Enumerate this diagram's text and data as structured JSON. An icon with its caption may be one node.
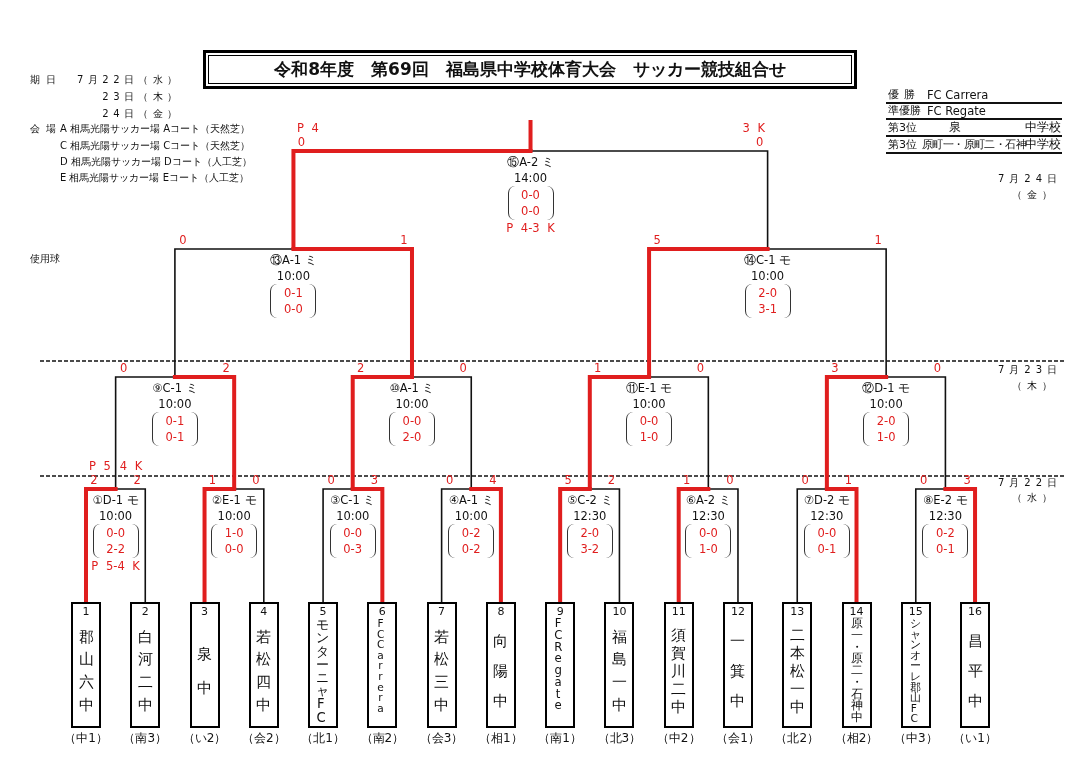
{
  "diagram": {
    "title": "令和8年度　第69回　福島県中学校体育大会　サッカー競技組合せ",
    "nodes": [
      {
        "text": [
          "⑮A-2 ミ",
          "14:00",
          "0-0",
          "0-0",
          "P 4-3 K"
        ]
      },
      {
        "text": [
          "⑬A-1 ミ",
          "10:00",
          "0-1",
          "0-0"
        ]
      },
      {
        "text": [
          "⑭C-1 モ",
          "10:00",
          "2-0",
          "3-1"
        ]
      },
      {
        "text": [
          "⑨C-1 ミ",
          "10:00",
          "0-1",
          "0-1"
        ]
      },
      {
        "text": [
          "⑩A-1 ミ",
          "10:00",
          "0-0",
          "2-0"
        ]
      },
      {
        "text": [
          "⑪E-1 モ",
          "10:00",
          "0-0",
          "1-0"
        ]
      },
      {
        "text": [
          "⑫D-1 モ",
          "10:00",
          "2-0",
          "1-0"
        ]
      },
      {
        "text": [
          "①D-1 モ",
          "10:00",
          "0-0",
          "2-2",
          "P 5-4 K"
        ],
        "beside": [
          "P 5",
          "4 K"
        ]
      },
      {
        "text": [
          "②E-1 モ",
          "10:00",
          "1-0",
          "0-0"
        ]
      },
      {
        "text": [
          "③C-1 ミ",
          "10:00",
          "0-0",
          "0-3"
        ]
      },
      {
        "text": [
          "④A-1 ミ",
          "10:00",
          "0-2",
          "0-2"
        ]
      },
      {
        "text": [
          "⑤C-2 ミ",
          "12:30",
          "2-0",
          "3-2"
        ]
      },
      {
        "text": [
          "⑥A-2 ミ",
          "12:30",
          "0-0",
          "1-0"
        ]
      },
      {
        "text": [
          "⑦D-2 モ",
          "12:30",
          "0-0",
          "0-1"
        ]
      },
      {
        "text": [
          "⑧E-2 モ",
          "12:30",
          "0-2",
          "0-1"
        ]
      },
      {
        "text": [
          "1",
          "郡山六中"
        ],
        "beside": [
          "（中1）"
        ]
      },
      {
        "text": [
          "2",
          "白河二中"
        ],
        "beside": [
          "（南3）"
        ]
      },
      {
        "text": [
          "3",
          "泉中"
        ],
        "beside": [
          "（い2）"
        ]
      },
      {
        "text": [
          "4",
          "若松四中"
        ],
        "beside": [
          "（会2）"
        ]
      },
      {
        "text": [
          "5",
          "モンターニャFC"
        ],
        "beside": [
          "（北1）"
        ]
      },
      {
        "text": [
          "6",
          "FC Carrera"
        ],
        "beside": [
          "（南2）"
        ]
      },
      {
        "text": [
          "7",
          "若松三中"
        ],
        "beside": [
          "（会3）"
        ]
      },
      {
        "text": [
          "8",
          "向陽中"
        ],
        "beside": [
          "（相1）"
        ]
      },
      {
        "text": [
          "9",
          "FC Regate"
        ],
        "beside": [
          "（南1）"
        ]
      },
      {
        "text": [
          "10",
          "福島一中"
        ],
        "beside": [
          "（北3）"
        ]
      },
      {
        "text": [
          "11",
          "須賀川二中"
        ],
        "beside": [
          "（中2）"
        ]
      },
      {
        "text": [
          "12",
          "一箕中"
        ],
        "beside": [
          "（会1）"
        ]
      },
      {
        "text": [
          "13",
          "二本松一中"
        ],
        "beside": [
          "（北2）"
        ]
      },
      {
        "text": [
          "14",
          "原一・原二・石神中"
        ],
        "beside": [
          "（相2）"
        ]
      },
      {
        "text": [
          "15",
          "シャンオーレ郡山FC"
        ],
        "beside": [
          "（中3）"
        ]
      },
      {
        "text": [
          "16",
          "昌平中"
        ],
        "beside": [
          "（い1）"
        ]
      }
    ],
    "edges": [
      {
        "from": 15,
        "to": 7,
        "arrow": "none",
        "label": "2",
        "color": "#e01e1e"
      },
      {
        "from": 16,
        "to": 7,
        "arrow": "none",
        "label": "2",
        "color": "#111111"
      },
      {
        "from": 17,
        "to": 8,
        "arrow": "none",
        "label": "1",
        "color": "#e01e1e"
      },
      {
        "from": 18,
        "to": 8,
        "arrow": "none",
        "label": "0",
        "color": "#111111"
      },
      {
        "from": 19,
        "to": 9,
        "arrow": "none",
        "label": "0",
        "color": "#111111"
      },
      {
        "from": 20,
        "to": 9,
        "arrow": "none",
        "label": "3",
        "color": "#e01e1e"
      },
      {
        "from": 21,
        "to": 10,
        "arrow": "none",
        "label": "0",
        "color": "#111111"
      },
      {
        "from": 22,
        "to": 10,
        "arrow": "none",
        "label": "4",
        "color": "#e01e1e"
      },
      {
        "from": 23,
        "to": 11,
        "arrow": "none",
        "label": "5",
        "color": "#e01e1e"
      },
      {
        "from": 24,
        "to": 11,
        "arrow": "none",
        "label": "2",
        "color": "#111111"
      },
      {
        "from": 25,
        "to": 12,
        "arrow": "none",
        "label": "1",
        "color": "#e01e1e"
      },
      {
        "from": 26,
        "to": 12,
        "arrow": "none",
        "label": "0",
        "color": "#111111"
      },
      {
        "from": 27,
        "to": 13,
        "arrow": "none",
        "label": "0",
        "color": "#111111"
      },
      {
        "from": 28,
        "to": 13,
        "arrow": "none",
        "label": "1",
        "color": "#e01e1e"
      },
      {
        "from": 29,
        "to": 14,
        "arrow": "none",
        "label": "0",
        "color": "#111111"
      },
      {
        "from": 30,
        "to": 14,
        "arrow": "none",
        "label": "3",
        "color": "#e01e1e"
      },
      {
        "from": 7,
        "to": 3,
        "arrow": "none",
        "label": "0",
        "color": "#111111"
      },
      {
        "from": 8,
        "to": 3,
        "arrow": "none",
        "label": "2",
        "color": "#e01e1e"
      },
      {
        "from": 9,
        "to": 4,
        "arrow": "none",
        "label": "2",
        "color": "#e01e1e"
      },
      {
        "from": 10,
        "to": 4,
        "arrow": "none",
        "label": "0",
        "color": "#111111"
      },
      {
        "from": 11,
        "to": 5,
        "arrow": "none",
        "label": "1",
        "color": "#e01e1e"
      },
      {
        "from": 12,
        "to": 5,
        "arrow": "none",
        "label": "0",
        "color": "#111111"
      },
      {
        "from": 13,
        "to": 6,
        "arrow": "none",
        "label": "3",
        "color": "#e01e1e"
      },
      {
        "from": 14,
        "to": 6,
        "arrow": "none",
        "label": "0",
        "color": "#111111"
      },
      {
        "from": 3,
        "to": 1,
        "arrow": "none",
        "label": "0",
        "color": "#111111"
      },
      {
        "from": 4,
        "to": 1,
        "arrow": "none",
        "label": "1",
        "color": "#e01e1e"
      },
      {
        "from": 5,
        "to": 2,
        "arrow": "none",
        "label": "5",
        "color": "#e01e1e"
      },
      {
        "from": 6,
        "to": 2,
        "arrow": "none",
        "label": "1",
        "color": "#111111"
      },
      {
        "from": 1,
        "to": 0,
        "arrow": "none",
        "label": "0",
        "color": "#e01e1e"
      },
      {
        "from": 2,
        "to": 0,
        "arrow": "none",
        "label": "0",
        "color": "#111111"
      },
      {
        "from": 0,
        "to": null,
        "arrow": "none",
        "color": "#e01e1e"
      }
    ],
    "labels": [
      "期日",
      "7月22日（水）",
      "23日（木）",
      "24日（金）",
      "会場",
      "A 相馬光陽サッカー場 Aコート（天然芝）",
      "C 相馬光陽サッカー場 Cコート（天然芝）",
      "D 相馬光陽サッカー場 Dコート（人工芝）",
      "E 相馬光陽サッカー場 Eコート（人工芝）",
      "優勝",
      "FC Carrera",
      "準優勝",
      "FC Regate",
      "第3位",
      "泉",
      "中学校",
      "第3位",
      "原町一・原町二・石神",
      "中学校",
      "P 4",
      "3 K",
      "7月24日",
      "（金）",
      "使用球",
      "7月23日",
      "（木）",
      "7月22日",
      "（水）"
    ]
  }
}
